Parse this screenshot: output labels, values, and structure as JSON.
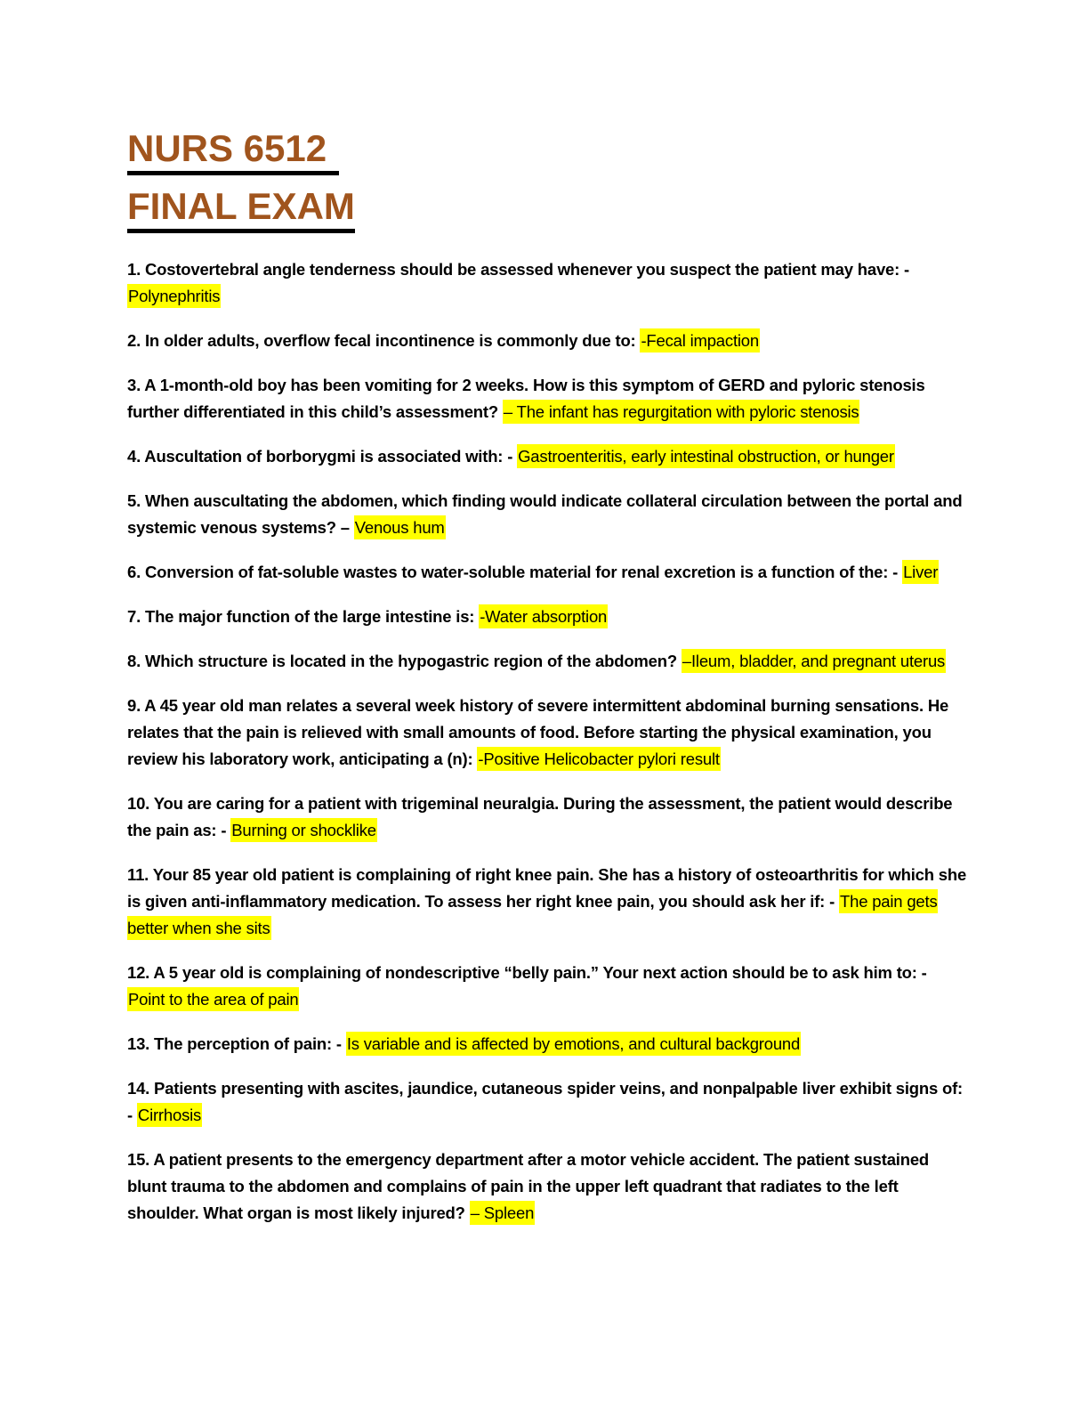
{
  "page": {
    "title_lines": [
      "NURS 6512",
      "FINAL EXAM"
    ],
    "title_color": "#A0541D",
    "title_underline_color": "#000000",
    "body_text_color": "#000000",
    "highlight_color": "#FFFF00",
    "background_color": "#FFFFFF"
  },
  "questions": [
    {
      "q": "1. Costovertebral angle tenderness should be assessed whenever you suspect the patient may have: - ",
      "a": "Polynephritis"
    },
    {
      "q": "2. In older adults, overflow fecal incontinence is commonly due to: ",
      "a": "-Fecal impaction"
    },
    {
      "q": "3. A 1-month-old boy has been vomiting for 2 weeks. How is this symptom of GERD and pyloric stenosis further differentiated in this child’s assessment? ",
      "a": "– The infant has regurgitation with pyloric stenosis"
    },
    {
      "q": "4. Auscultation of borborygmi is associated with: - ",
      "a": "Gastroenteritis, early intestinal obstruction, or hunger"
    },
    {
      "q": "5. When auscultating the abdomen, which finding would indicate collateral circulation between the portal and systemic venous systems? – ",
      "a": "Venous hum"
    },
    {
      "q": "6. Conversion of fat-soluble wastes to water-soluble material for renal excretion is a function of the: - ",
      "a": "Liver"
    },
    {
      "q": "7. The major function of the large intestine is: ",
      "a": "-Water absorption"
    },
    {
      "q": "8. Which structure is located in the hypogastric region of the abdomen? ",
      "a": "–Ileum, bladder, and pregnant uterus"
    },
    {
      "q": "9. A 45 year old man relates a several week history of severe intermittent abdominal burning sensations. He relates that the pain is relieved with small amounts of food. Before starting the physical examination, you review his laboratory work, anticipating a (n): ",
      "a": "-Positive Helicobacter pylori result"
    },
    {
      "q": "10. You are caring for a patient with trigeminal neuralgia. During the assessment, the patient would describe the pain as: - ",
      "a": "Burning or shocklike"
    },
    {
      "q": "11. Your 85 year old patient is complaining of right knee pain. She has a history of osteoarthritis for which she is given anti-inflammatory medication. To assess her right knee pain, you should ask her if: - ",
      "a": "The pain gets better when she sits"
    },
    {
      "q": "12. A 5 year old is complaining of nondescriptive “belly pain.” Your next action should be to ask him to: - ",
      "a": "Point to the area of pain"
    },
    {
      "q": "13. The perception of pain: - ",
      "a": "Is variable and is affected by emotions, and cultural background"
    },
    {
      "q": "14. Patients presenting with ascites, jaundice, cutaneous spider veins, and nonpalpable liver exhibit signs of: - ",
      "a": "Cirrhosis"
    },
    {
      "q": "15. A patient presents to the emergency department after a motor vehicle accident. The patient sustained blunt trauma to the abdomen and complains of pain in the upper left quadrant that radiates to the left shoulder. What organ is most likely injured? ",
      "a": "– Spleen"
    }
  ]
}
